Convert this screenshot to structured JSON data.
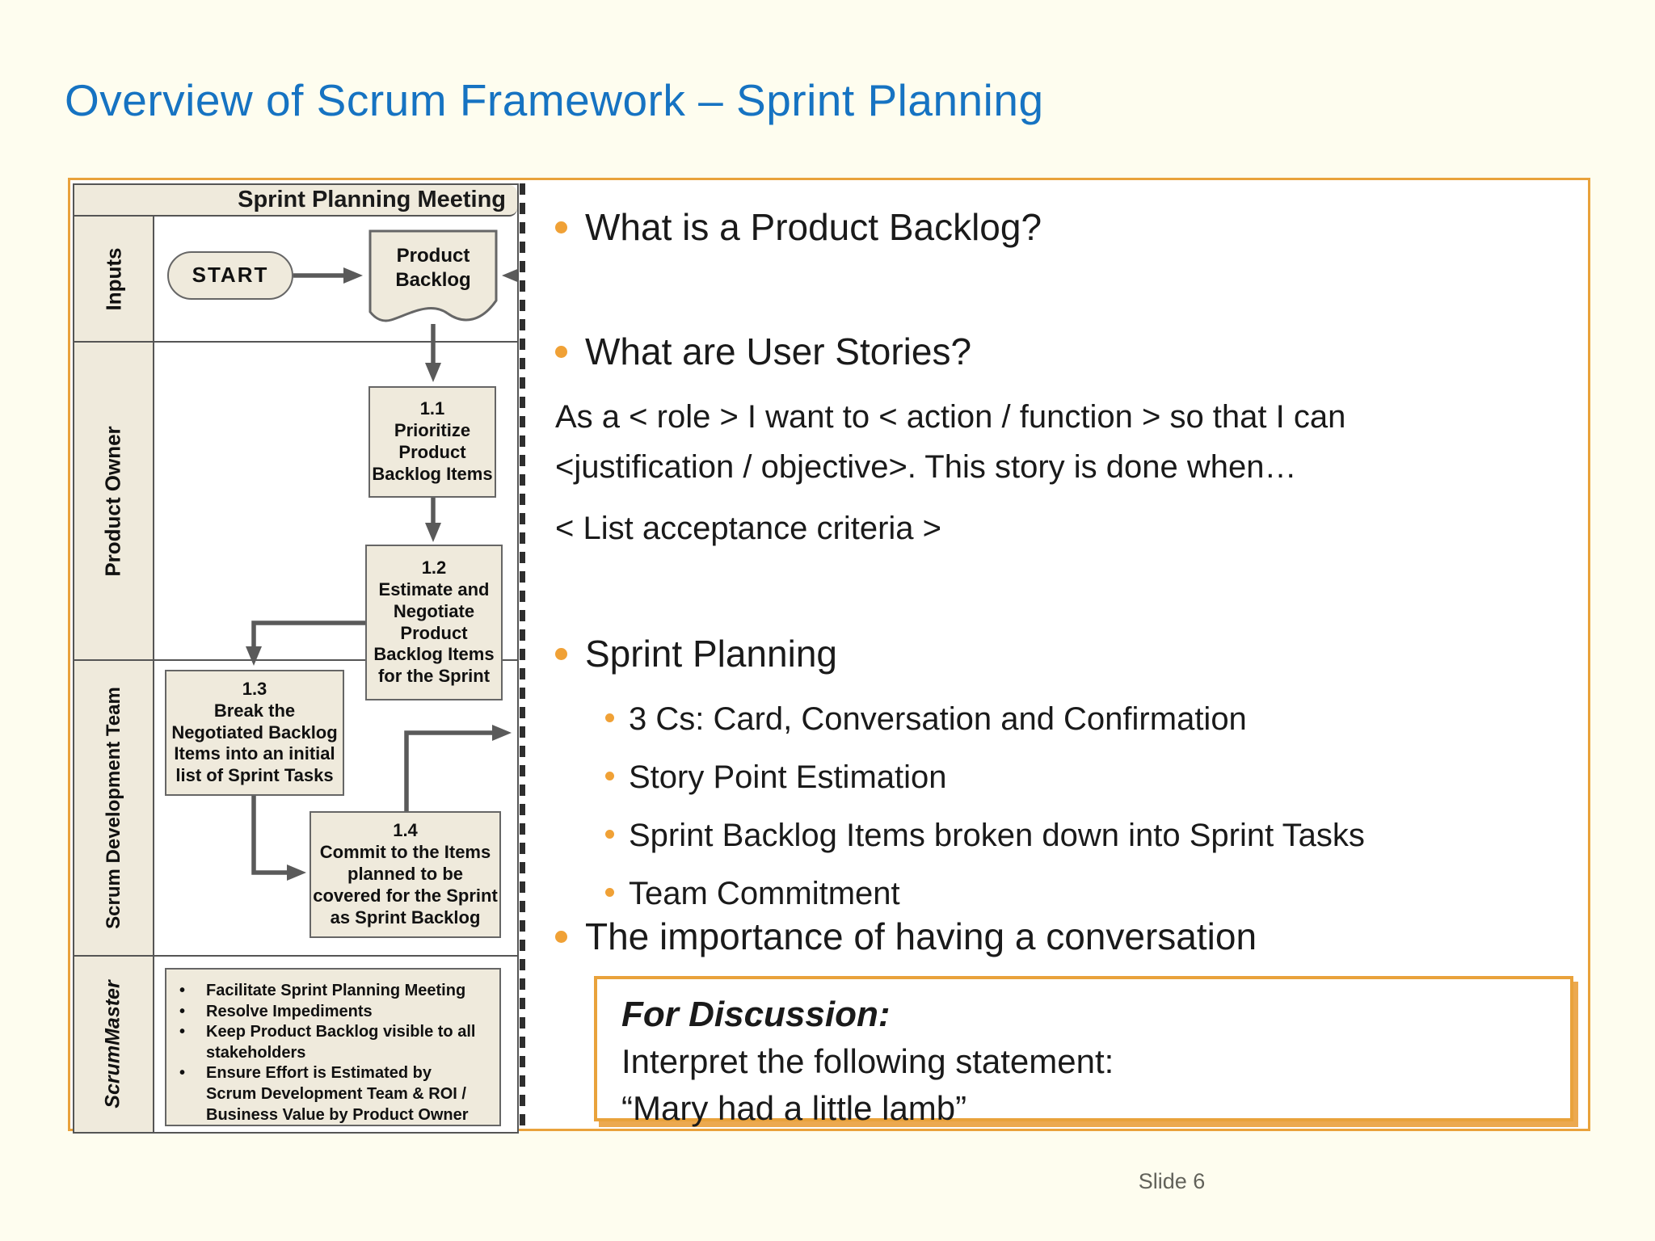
{
  "slide": {
    "title": "Overview of Scrum Framework – Sprint Planning",
    "page_label": "Slide 6"
  },
  "colors": {
    "title_blue": "#1673C2",
    "accent_orange": "#E9A23B",
    "bullet_orange": "#F0A136",
    "slide_background": "#FEFDEF",
    "diagram_fill": "#EFEADC",
    "line_gray": "#5A5A5A"
  },
  "diagram": {
    "header": "Sprint Planning Meeting",
    "lane_labels": {
      "inputs": "Inputs",
      "product_owner": "Product Owner",
      "dev_team": "Scrum Development Team",
      "scrum_master": "ScrumMaster"
    },
    "nodes": {
      "start": "START",
      "product_backlog": "Product\nBacklog",
      "step_1_1": "1.1\nPrioritize\nProduct\nBacklog Items",
      "step_1_2": "1.2\nEstimate and\nNegotiate\nProduct\nBacklog Items\nfor the Sprint",
      "step_1_3": "1.3\nBreak the\nNegotiated Backlog\nItems into an initial\nlist of Sprint Tasks",
      "step_1_4": "1.4\nCommit to the Items\nplanned to be\ncovered for the Sprint\nas Sprint Backlog"
    },
    "scrum_master_tasks": [
      "Facilitate Sprint Planning Meeting",
      "Resolve Impediments",
      "Keep Product Backlog visible to all\nstakeholders",
      "Ensure Effort is Estimated by\nScrum Development Team & ROI /\nBusiness Value by Product Owner"
    ]
  },
  "content": {
    "bullet_1": "What is a Product Backlog?",
    "bullet_2": "What are User Stories?",
    "user_story_template": "As a < role > I want to < action / function > so that I can\n<justification / objective>. This story is done when…",
    "acceptance_criteria": "< List acceptance criteria >",
    "bullet_3": "Sprint Planning",
    "sprint_planning_subs": [
      "3 Cs: Card, Conversation and Confirmation",
      "Story Point Estimation",
      "Sprint Backlog Items broken down into Sprint Tasks",
      "Team Commitment"
    ],
    "bullet_4": "The importance of having a conversation",
    "discussion": {
      "title": "For Discussion:",
      "line1": "Interpret the following statement:",
      "line2": "“Mary had a little lamb”"
    }
  }
}
